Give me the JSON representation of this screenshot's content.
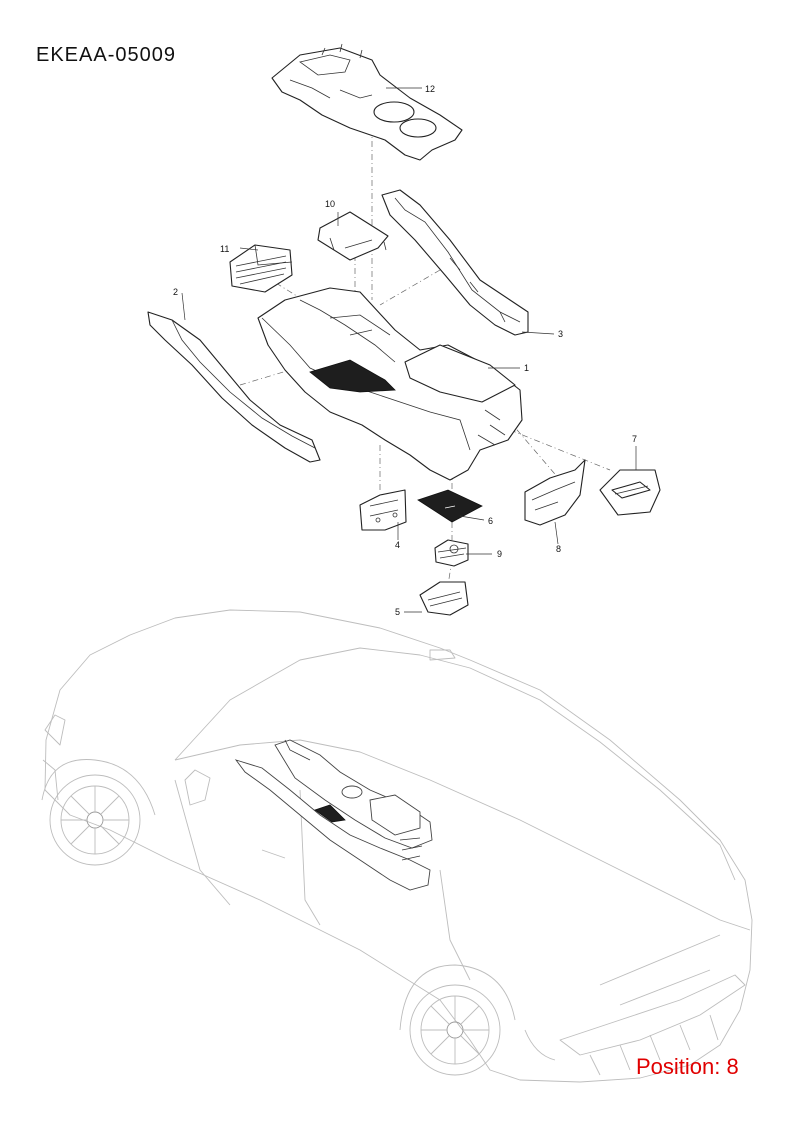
{
  "diagram_code": "EKEAA-05009",
  "position_text": "Position: 8",
  "callouts": [
    {
      "id": "c1",
      "text": "1"
    },
    {
      "id": "c2",
      "text": "2"
    },
    {
      "id": "c3",
      "text": "3"
    },
    {
      "id": "c4",
      "text": "4"
    },
    {
      "id": "c5",
      "text": "5"
    },
    {
      "id": "c6",
      "text": "6"
    },
    {
      "id": "c7",
      "text": "7"
    },
    {
      "id": "c8",
      "text": "8"
    },
    {
      "id": "c9",
      "text": "9"
    },
    {
      "id": "c10",
      "text": "10"
    },
    {
      "id": "c11",
      "text": "11"
    },
    {
      "id": "c12",
      "text": "12"
    }
  ],
  "colors": {
    "highlight": "#e00000",
    "ink": "#222222",
    "car_outline": "#bdbdbd"
  }
}
